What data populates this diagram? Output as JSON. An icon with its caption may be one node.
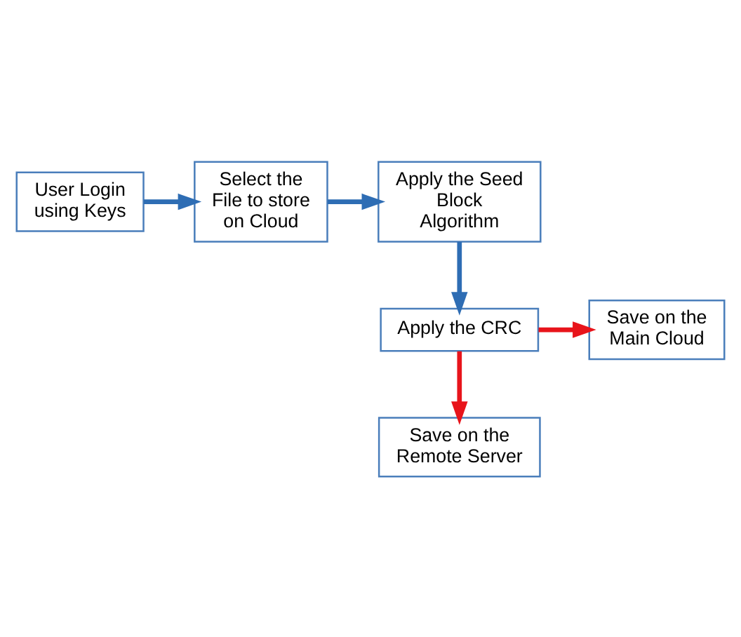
{
  "diagram": {
    "nodes": [
      {
        "text": [
          "User Login using Keys"
        ]
      },
      {
        "text": [
          "Select the File to store on Cloud"
        ]
      },
      {
        "text": [
          "Apply the Seed Block Algorithm"
        ]
      },
      {
        "text": [
          "Save on the Main Cloud"
        ]
      },
      {
        "text": [
          "Apply the CRC"
        ]
      },
      {
        "text": [
          "Save on the Remote Server"
        ]
      }
    ],
    "edges": [
      {
        "from": 0,
        "to": 1,
        "arrow": "to"
      },
      {
        "from": 1,
        "to": 2,
        "arrow": "to"
      },
      {
        "from": 2,
        "to": 4,
        "arrow": "to"
      },
      {
        "from": 4,
        "to": 3,
        "arrow": "to",
        "color": "#e8141b"
      },
      {
        "from": 4,
        "to": 5,
        "arrow": "to",
        "color": "#e8141b"
      }
    ]
  }
}
